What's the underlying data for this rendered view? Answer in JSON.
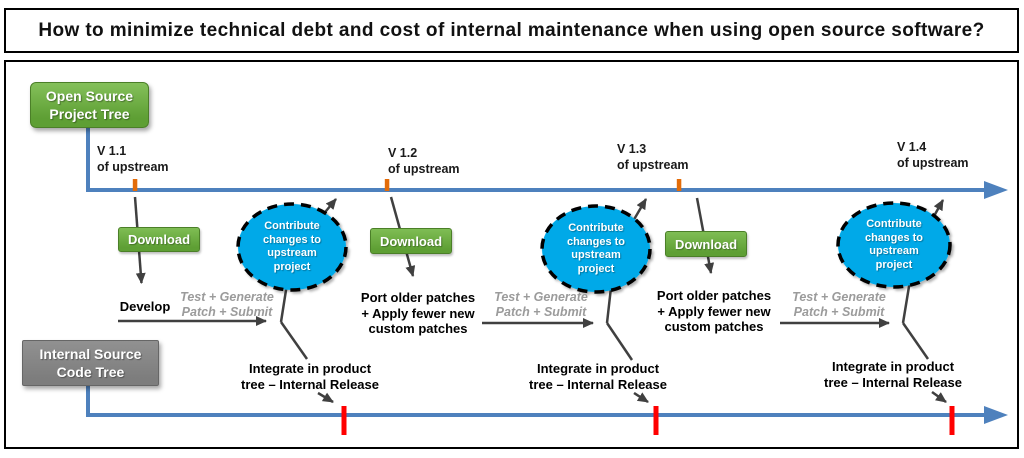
{
  "title": "How to minimize technical debt and cost of internal maintenance when using open source software?",
  "colors": {
    "timeline": "#4E81BD",
    "bubble": "#00A9E8",
    "green": "#5E9F34",
    "gray": "#7D7D7D",
    "orange": "#E36C09",
    "red": "#FF0000",
    "dark": "#404040",
    "label": "#9B9B9B"
  },
  "lanes": {
    "open_source": {
      "line1": "Open Source",
      "line2": "Project Tree"
    },
    "internal": {
      "line1": "Internal Source",
      "line2": "Code Tree"
    }
  },
  "versions": [
    {
      "version": "V 1.1",
      "subtitle": "of upstream"
    },
    {
      "version": "V 1.2",
      "subtitle": "of upstream"
    },
    {
      "version": "V 1.3",
      "subtitle": "of upstream"
    },
    {
      "version": "V 1.4",
      "subtitle": "of upstream"
    }
  ],
  "units": [
    {
      "download_label": "Download",
      "action": [
        "Develop"
      ],
      "process": [
        "Test +  Generate",
        "Patch + Submit"
      ],
      "bubble": [
        "Contribute",
        "changes to",
        "upstream",
        "project"
      ],
      "integrate": [
        "Integrate in product",
        "tree – Internal Release"
      ]
    },
    {
      "download_label": "Download",
      "action": [
        "Port older patches",
        "+ Apply fewer new",
        "custom patches"
      ],
      "process": [
        "Test +  Generate",
        "Patch + Submit"
      ],
      "bubble": [
        "Contribute",
        "changes to",
        "upstream",
        "project"
      ],
      "integrate": [
        "Integrate in product",
        "tree – Internal Release"
      ]
    },
    {
      "download_label": "Download",
      "action": [
        "Port older patches",
        "+ Apply fewer new",
        "custom patches"
      ],
      "process": [
        "Test +  Generate",
        "Patch + Submit"
      ],
      "bubble": [
        "Contribute",
        "changes to",
        "upstream",
        "project"
      ],
      "integrate": [
        "Integrate in product",
        "tree – Internal Release"
      ]
    }
  ]
}
